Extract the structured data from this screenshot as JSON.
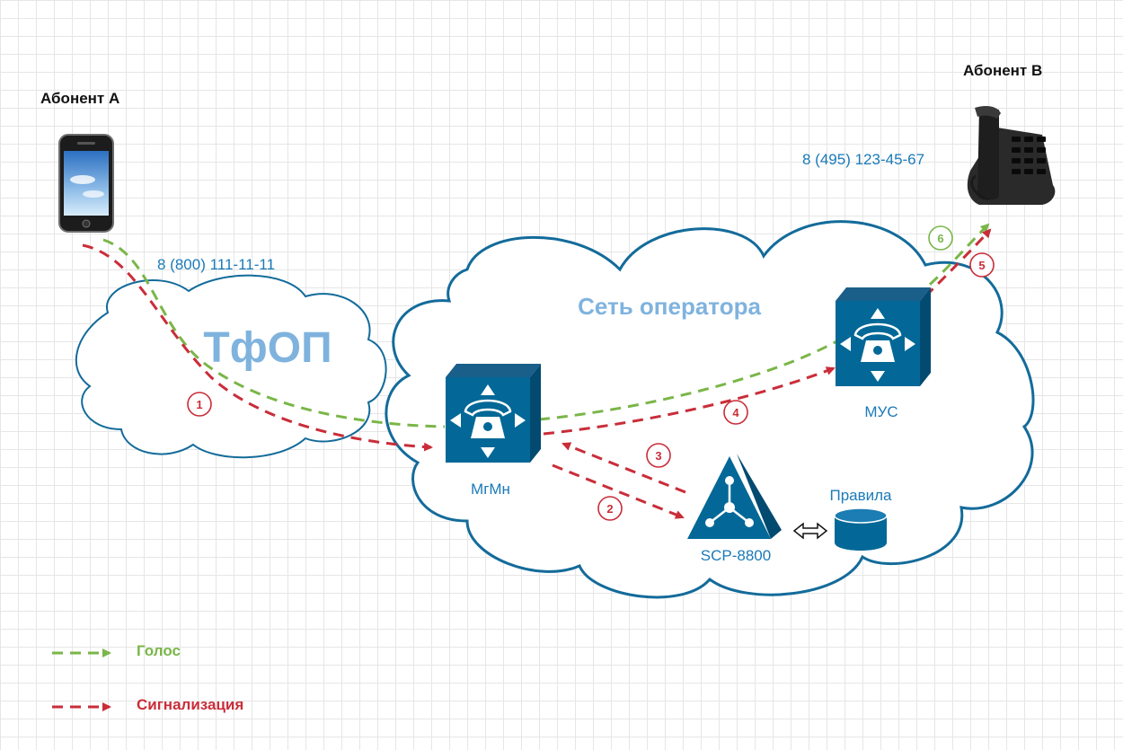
{
  "subscriber_a": {
    "title": "Абонент А",
    "phone": "8 (800) 111-11-11"
  },
  "subscriber_b": {
    "title": "Абонент В",
    "phone": "8 (495) 123-45-67"
  },
  "clouds": {
    "pstn": "ТфОП",
    "operator": "Сеть оператора"
  },
  "nodes": {
    "mgmn": "МгМн",
    "mus": "МУС",
    "scp": "SCP-8800",
    "rules": "Правила"
  },
  "steps": [
    {
      "number": "1",
      "kind": "signaling"
    },
    {
      "number": "2",
      "kind": "signaling"
    },
    {
      "number": "3",
      "kind": "signaling"
    },
    {
      "number": "4",
      "kind": "signaling"
    },
    {
      "number": "5",
      "kind": "signaling"
    },
    {
      "number": "6",
      "kind": "voice"
    }
  ],
  "legend": {
    "voice": "Голос",
    "signaling": "Сигнализация"
  },
  "colors": {
    "voice": "#7ab648",
    "signaling": "#c92d39",
    "device": "#036897",
    "label": "#1a7ab8",
    "cloud_text": "#7fb3de"
  }
}
